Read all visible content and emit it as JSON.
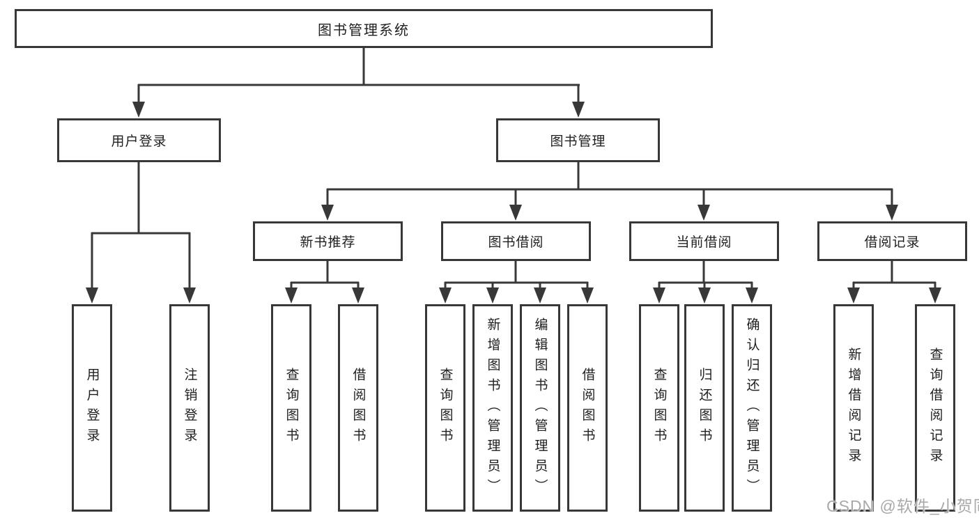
{
  "diagram": {
    "root": {
      "label": "图书管理系统"
    },
    "level1": [
      {
        "label": "用户登录"
      },
      {
        "label": "图书管理"
      }
    ],
    "level2": [
      {
        "label": "新书推荐"
      },
      {
        "label": "图书借阅"
      },
      {
        "label": "当前借阅"
      },
      {
        "label": "借阅记录"
      }
    ],
    "leaves": [
      {
        "label": "用户登录"
      },
      {
        "label": "注销登录"
      },
      {
        "label": "查询图书"
      },
      {
        "label": "借阅图书"
      },
      {
        "label": "查询图书"
      },
      {
        "label": "新增图书（管理员）"
      },
      {
        "label": "编辑图书（管理员）"
      },
      {
        "label": "借阅图书"
      },
      {
        "label": "查询图书"
      },
      {
        "label": "归还图书"
      },
      {
        "label": "确认归还（管理员）"
      },
      {
        "label": "新增借阅记录"
      },
      {
        "label": "查询借阅记录"
      }
    ],
    "watermark": "CSDN @软件_小贺同学",
    "colors": {
      "line": "#383838",
      "text": "#1f1f1f",
      "background": "#ffffff",
      "watermark": "#a9a9a9"
    }
  }
}
